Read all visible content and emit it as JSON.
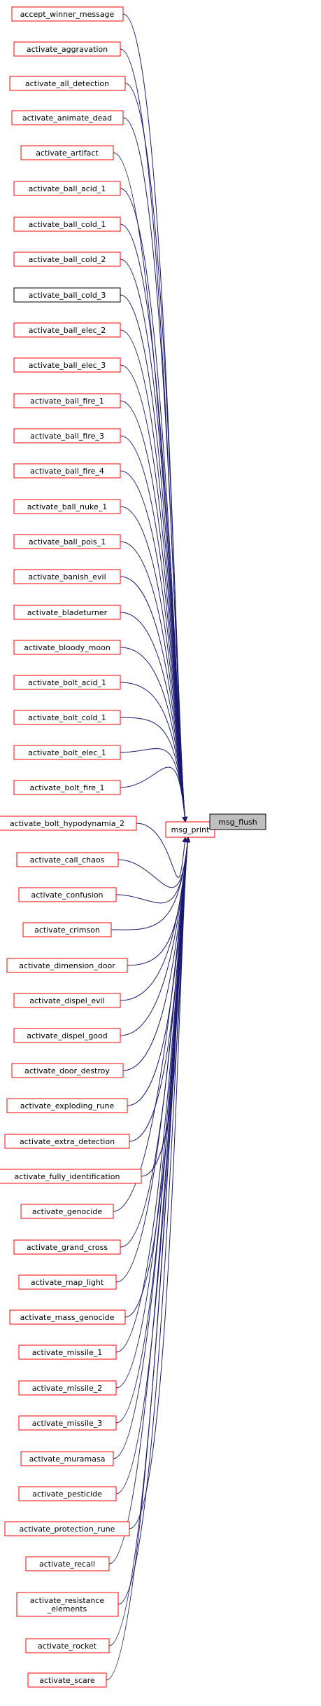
{
  "callers": [
    {
      "label": "accept_winner_message",
      "color": "red"
    },
    {
      "label": "activate_aggravation",
      "color": "red"
    },
    {
      "label": "activate_all_detection",
      "color": "red"
    },
    {
      "label": "activate_animate_dead",
      "color": "red"
    },
    {
      "label": "activate_artifact",
      "color": "red"
    },
    {
      "label": "activate_ball_acid_1",
      "color": "red"
    },
    {
      "label": "activate_ball_cold_1",
      "color": "red"
    },
    {
      "label": "activate_ball_cold_2",
      "color": "red"
    },
    {
      "label": "activate_ball_cold_3",
      "color": "black"
    },
    {
      "label": "activate_ball_elec_2",
      "color": "red"
    },
    {
      "label": "activate_ball_elec_3",
      "color": "red"
    },
    {
      "label": "activate_ball_fire_1",
      "color": "red"
    },
    {
      "label": "activate_ball_fire_3",
      "color": "red"
    },
    {
      "label": "activate_ball_fire_4",
      "color": "red"
    },
    {
      "label": "activate_ball_nuke_1",
      "color": "red"
    },
    {
      "label": "activate_ball_pois_1",
      "color": "red"
    },
    {
      "label": "activate_banish_evil",
      "color": "red"
    },
    {
      "label": "activate_bladeturner",
      "color": "red"
    },
    {
      "label": "activate_bloody_moon",
      "color": "red"
    },
    {
      "label": "activate_bolt_acid_1",
      "color": "red"
    },
    {
      "label": "activate_bolt_cold_1",
      "color": "red"
    },
    {
      "label": "activate_bolt_elec_1",
      "color": "red"
    },
    {
      "label": "activate_bolt_fire_1",
      "color": "red"
    },
    {
      "label": "activate_bolt_hypodynamia_2",
      "color": "red"
    },
    {
      "label": "activate_call_chaos",
      "color": "red"
    },
    {
      "label": "activate_confusion",
      "color": "red"
    },
    {
      "label": "activate_crimson",
      "color": "red"
    },
    {
      "label": "activate_dimension_door",
      "color": "red"
    },
    {
      "label": "activate_dispel_evil",
      "color": "red"
    },
    {
      "label": "activate_dispel_good",
      "color": "red"
    },
    {
      "label": "activate_door_destroy",
      "color": "red"
    },
    {
      "label": "activate_exploding_rune",
      "color": "red"
    },
    {
      "label": "activate_extra_detection",
      "color": "red"
    },
    {
      "label": "activate_fully_identification",
      "color": "red"
    },
    {
      "label": "activate_genocide",
      "color": "red"
    },
    {
      "label": "activate_grand_cross",
      "color": "red"
    },
    {
      "label": "activate_map_light",
      "color": "red"
    },
    {
      "label": "activate_mass_genocide",
      "color": "red"
    },
    {
      "label": "activate_missile_1",
      "color": "red"
    },
    {
      "label": "activate_missile_2",
      "color": "red"
    },
    {
      "label": "activate_missile_3",
      "color": "red"
    },
    {
      "label": "activate_muramasa",
      "color": "red"
    },
    {
      "label": "activate_pesticide",
      "color": "red"
    },
    {
      "label": "activate_protection_rune",
      "color": "red"
    },
    {
      "label": "activate_recall",
      "color": "red"
    },
    {
      "label": "activate_resistance\n_elements",
      "color": "red"
    },
    {
      "label": "activate_rocket",
      "color": "red"
    },
    {
      "label": "activate_scare",
      "color": "red"
    }
  ],
  "hub": {
    "label": "msg_print",
    "color": "red"
  },
  "target": {
    "label": "msg_flush",
    "color": "black",
    "fill": "#bfbfbf"
  },
  "colors": {
    "red": "#ff0000",
    "black": "#000000",
    "edge": "#191970"
  }
}
